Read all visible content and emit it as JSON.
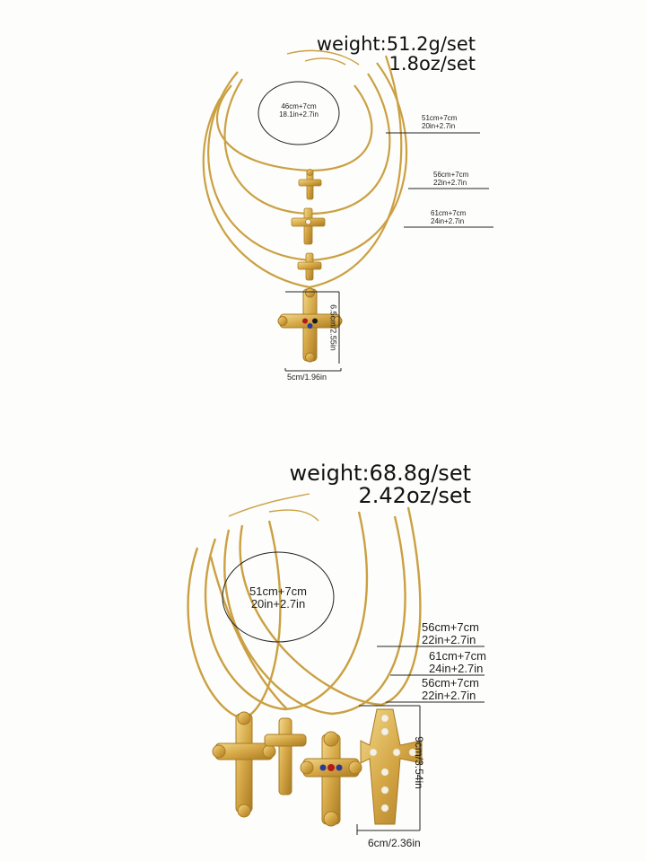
{
  "set1": {
    "weight_g": "weight:51.2g/set",
    "weight_oz": "1.8oz/set",
    "circle": {
      "cm": "46cm+7cm",
      "in": "18.1in+2.7in"
    },
    "lengths": [
      {
        "cm": "51cm+7cm",
        "in": "20in+2.7in"
      },
      {
        "cm": "56cm+7cm",
        "in": "22in+2.7in"
      },
      {
        "cm": "61cm+7cm",
        "in": "24in+2.7in"
      }
    ],
    "pendant_height": "6.5cm/2.55in",
    "pendant_width": "5cm/1.96in"
  },
  "set2": {
    "weight_g": "weight:68.8g/set",
    "weight_oz": "2.42oz/set",
    "circle": {
      "cm": "51cm+7cm",
      "in": "20in+2.7in"
    },
    "lengths": [
      {
        "cm": "56cm+7cm",
        "in": "22in+2.7in"
      },
      {
        "cm": "61cm+7cm",
        "in": "24in+2.7in"
      },
      {
        "cm": "56cm+7cm",
        "in": "22in+2.7in"
      }
    ],
    "pendant_height": "9cm/3.54in",
    "pendant_width": "6cm/2.36in"
  },
  "colors": {
    "gold": "#d4a645",
    "gold_dark": "#a87a22",
    "line": "#222222",
    "background": "#fdfdfb"
  }
}
